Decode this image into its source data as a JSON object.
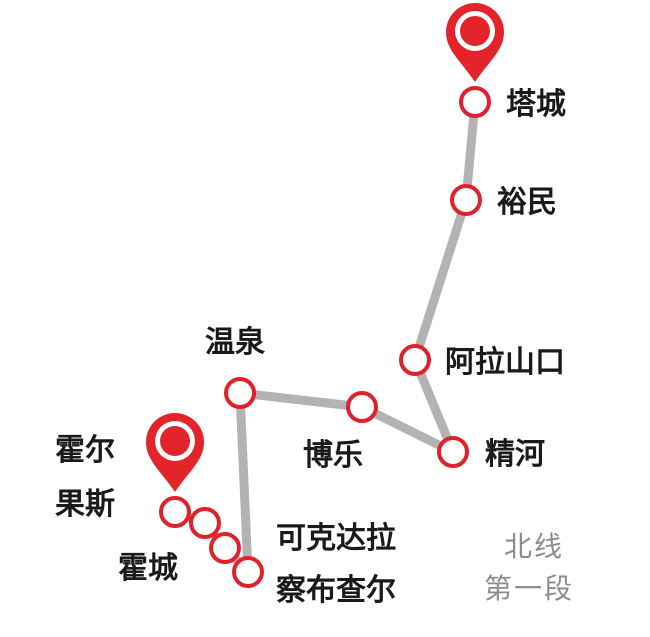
{
  "colors": {
    "route": "#b3b3b3",
    "accent": "#e0202a",
    "pin": "#e3242b",
    "label": "#1a1a1a",
    "caption": "#8c8c8c",
    "background": "#ffffff"
  },
  "stations": {
    "tacheng": "塔城",
    "yumin": "裕民",
    "alashankou": "阿拉山口",
    "jinghe": "精河",
    "bole": "博乐",
    "wenquan": "温泉",
    "kekedala": "可克达拉",
    "chabuchaer": "察布查尔",
    "huocheng": "霍城",
    "huoerguosi_line1": "霍尔",
    "huoerguosi_line2": "果斯"
  },
  "caption": {
    "line1": "北线",
    "line2": "第一段"
  },
  "icons": {
    "start_pin": "map-pin-icon",
    "end_pin": "map-pin-icon",
    "station": "station-circle-icon"
  }
}
